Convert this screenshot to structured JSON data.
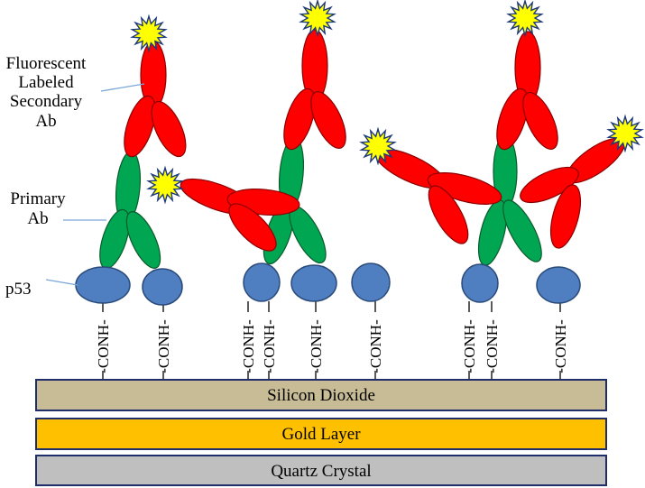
{
  "labels": {
    "secondary_ab": [
      "Fluorescent",
      "Labeled",
      "Secondary",
      "Ab"
    ],
    "primary_ab": [
      "Primary",
      "Ab"
    ],
    "p53": "p53"
  },
  "linker": "-CONH-",
  "layers": {
    "silicon": "Silicon Dioxide",
    "gold": "Gold Layer",
    "quartz": "Quartz Crystal"
  },
  "colors": {
    "silicon": "#c8bc96",
    "gold": "#ffc000",
    "quartz": "#bfbfbf",
    "layer_border": "#1f2d6b",
    "secondary_ab": "#ff0000",
    "primary_ab": "#00a651",
    "p53": "#4f7fc0",
    "fluorophore": "#ffff00"
  }
}
